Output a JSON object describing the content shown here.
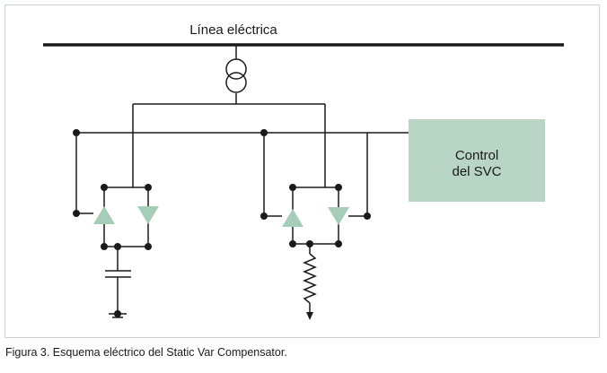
{
  "diagram": {
    "line_label": "Línea eléctrica",
    "control": {
      "line1": "Control",
      "line2": "del SVC"
    },
    "caption": "Figura 3. Esquema eléctrico del Static Var Compensator.",
    "colors": {
      "wire": "#1a1a1a",
      "thyristor": "#a5cdb8",
      "control_fill": "#b8d5c6",
      "frame_border": "#c9d3d6"
    }
  }
}
